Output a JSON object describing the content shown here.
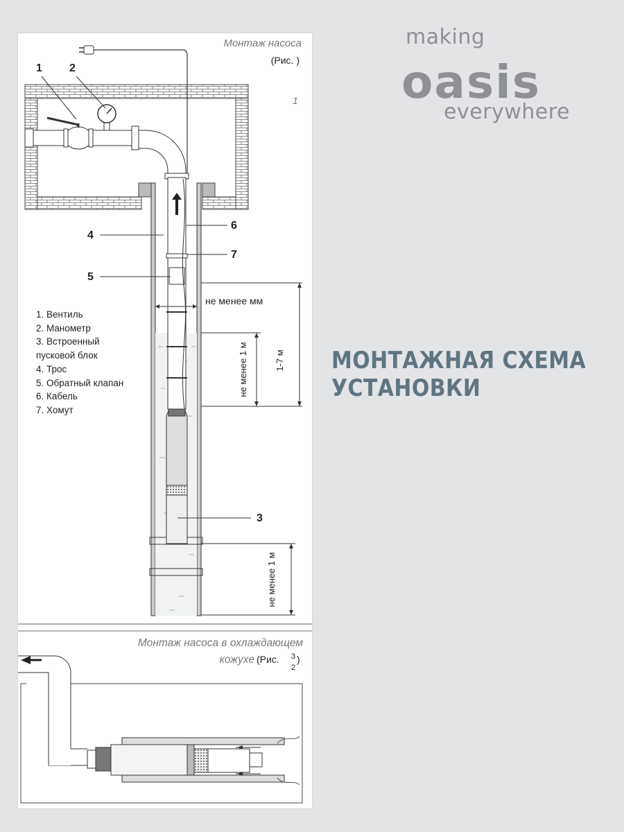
{
  "logo": {
    "line1": "making",
    "line2": "oasis",
    "line3": "everywhere"
  },
  "headline": {
    "line1": "МОНТАЖНАЯ СХЕМА",
    "line2": "УСТАНОВКИ"
  },
  "fig1": {
    "title": "Монтаж насоса",
    "ref": "(Рис.   )",
    "page_mark": "1"
  },
  "fig2": {
    "title": "Монтаж насоса в охлаждающем",
    "title2": "кожухе",
    "ref": "(Рис.",
    "ref_num_top": "3",
    "ref_num_bottom": "2",
    "ref_close": ")"
  },
  "callouts": [
    "1",
    "2",
    "3",
    "4",
    "5",
    "6",
    "7"
  ],
  "dimensions": {
    "min_mm": "не менее    мм",
    "min_1m_a": "не менее 1 м",
    "range": "1-7 м",
    "min_1m_b": "не менее 1 м"
  },
  "legend": [
    "1. Вентиль",
    "2. Манометр",
    "3. Встроенный",
    "пусковой блок",
    "4. Трос",
    "5. Обратный клапан",
    "6. Кабель",
    "7. Хомут"
  ],
  "colors": {
    "background": "#e3e4e6",
    "headline": "#5f7581",
    "logo": "#8e9093"
  }
}
